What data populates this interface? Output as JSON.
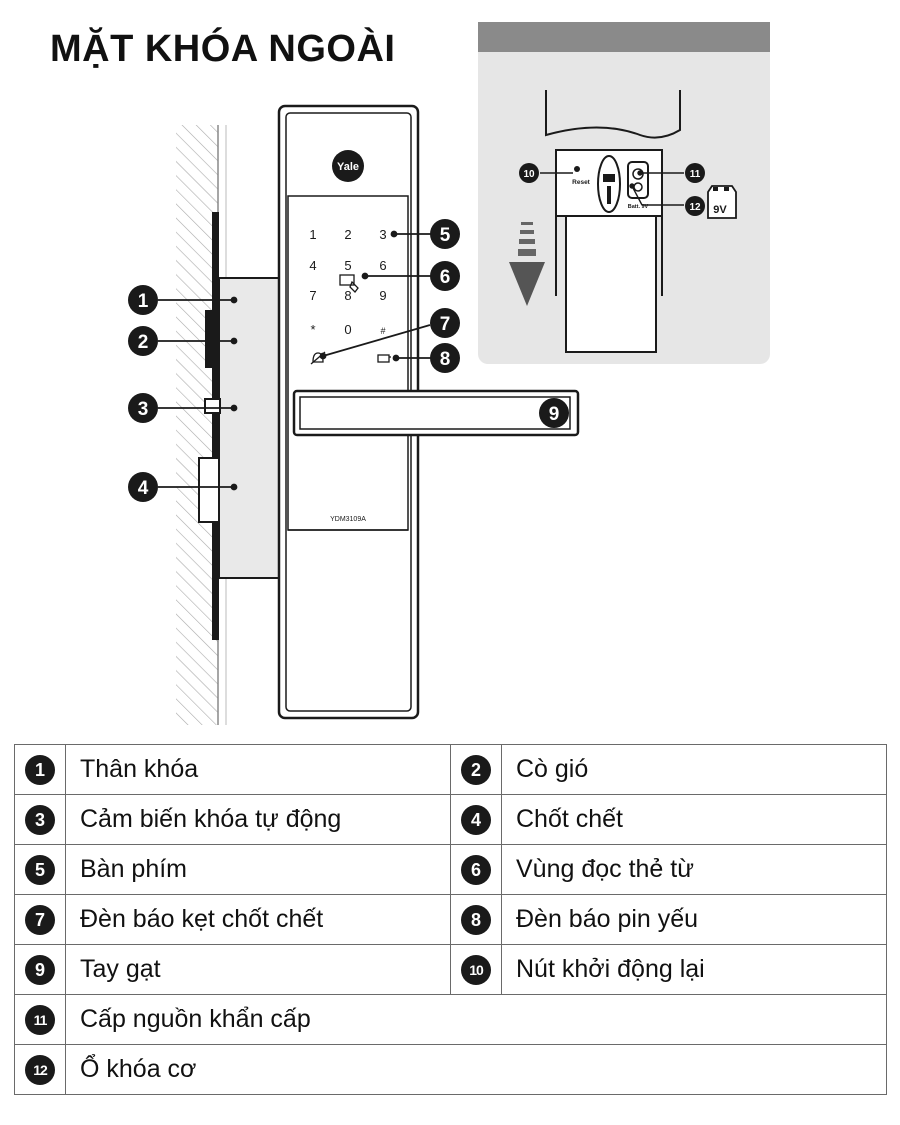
{
  "title": "MẶT KHÓA NGOÀI",
  "device": {
    "brand": "Yale",
    "model": "YDM3109A",
    "keypad": [
      "1",
      "2",
      "3",
      "4",
      "5",
      "6",
      "7",
      "8",
      "9",
      "*",
      "0",
      "#"
    ],
    "reset_label": "Reset",
    "battery_label": "9V",
    "battery_port_label": "Batt. 9V"
  },
  "callouts": [
    "1",
    "2",
    "3",
    "4",
    "5",
    "6",
    "7",
    "8",
    "9",
    "10",
    "11",
    "12"
  ],
  "legend": [
    {
      "num": "1",
      "label": "Thân khóa"
    },
    {
      "num": "2",
      "label": "Cò gió"
    },
    {
      "num": "3",
      "label": "Cảm biến khóa tự động"
    },
    {
      "num": "4",
      "label": "Chốt chết"
    },
    {
      "num": "5",
      "label": "Bàn phím"
    },
    {
      "num": "6",
      "label": "Vùng đọc thẻ từ"
    },
    {
      "num": "7",
      "label": "Đèn báo kẹt chốt chết"
    },
    {
      "num": "8",
      "label": "Đèn báo pin yếu"
    },
    {
      "num": "9",
      "label": "Tay gạt"
    },
    {
      "num": "10",
      "label": "Nút khởi động lại"
    },
    {
      "num": "11",
      "label": "Cấp nguồn khẩn cấp"
    },
    {
      "num": "12",
      "label": "Ổ khóa cơ"
    }
  ],
  "colors": {
    "ink": "#1a1a1a",
    "panel": "#e6e6e6",
    "panel_header": "#8a8a8a",
    "lock_body": "#e9e9e9"
  }
}
